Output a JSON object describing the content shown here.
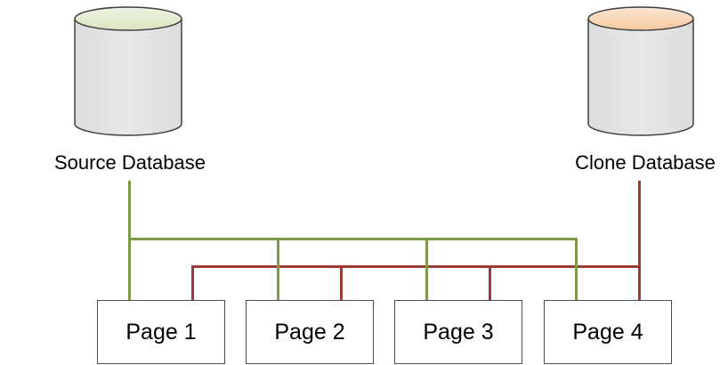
{
  "diagram": {
    "source_db": {
      "label": "Source Database"
    },
    "clone_db": {
      "label": "Clone Database"
    },
    "pages": [
      {
        "label": "Page 1"
      },
      {
        "label": "Page 2"
      },
      {
        "label": "Page 3"
      },
      {
        "label": "Page 4"
      }
    ]
  },
  "colors": {
    "background": "#FFFFFF",
    "source_accent": "#7D9A48",
    "clone_accent": "#9C3C37",
    "source_db_top": "#D9E5BF",
    "source_db_top_light": "#EEF3E2",
    "clone_db_top": "#F6C89E",
    "clone_db_top_light": "#FBE5D3",
    "cylinder_body": "#DCDCDC",
    "cylinder_body_light": "#E8E8E8",
    "cylinder_outline": "#3F3F3F",
    "box_fill": "#FFFFFF",
    "box_border": "#4D4D4D",
    "label_text": "#000000"
  }
}
